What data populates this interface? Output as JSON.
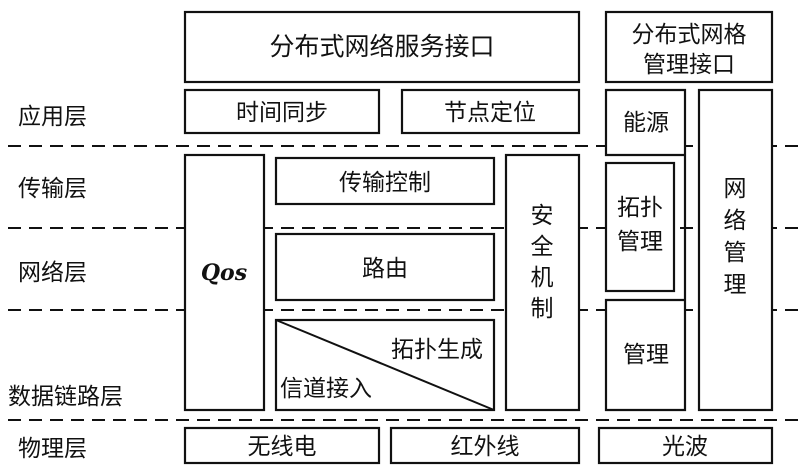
{
  "layers": {
    "application": "应用层",
    "transport": "传输层",
    "network": "网络层",
    "datalink": "数据链路层",
    "physical": "物理层"
  },
  "app": {
    "distributed_service_interface": "分布式网络服务接口",
    "time_sync": "时间同步",
    "node_locate": "节点定位"
  },
  "mgmt_interface": {
    "line1": "分布式网格",
    "line2": "管理接口"
  },
  "energy": "能源",
  "topology_mgmt": {
    "line1": "拓扑",
    "line2": "管理"
  },
  "management": "管理",
  "network_management": [
    "网",
    "络",
    "管",
    "理"
  ],
  "qos": "Qos",
  "transport_control": "传输控制",
  "routing": "路由",
  "topology_generation": "拓扑生成",
  "channel_access": "信道接入",
  "security": [
    "安",
    "全",
    "机",
    "制"
  ],
  "physical": {
    "wireless": "无线电",
    "infrared": "红外线",
    "optical": "光波"
  }
}
